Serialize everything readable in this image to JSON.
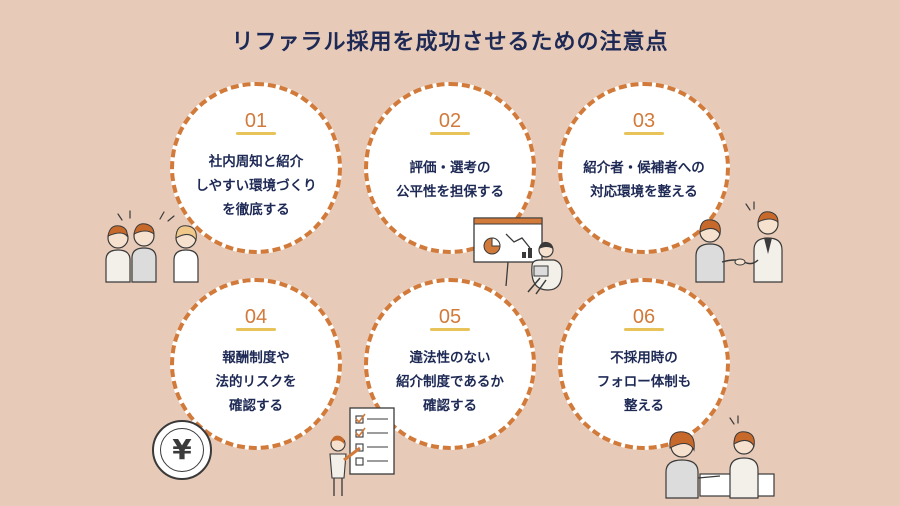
{
  "title": "リファラル採用を成功させるための注意点",
  "items": [
    {
      "num": "01",
      "lines": [
        "社内周知と紹介",
        "しやすい環境づくり",
        "を徹底する"
      ]
    },
    {
      "num": "02",
      "lines": [
        "評価・選考の",
        "公平性を担保する"
      ]
    },
    {
      "num": "03",
      "lines": [
        "紹介者・候補者への",
        "対応環境を整える"
      ]
    },
    {
      "num": "04",
      "lines": [
        "報酬制度や",
        "法的リスクを",
        "確認する"
      ]
    },
    {
      "num": "05",
      "lines": [
        "違法性のない",
        "紹介制度であるか",
        "確認する"
      ]
    },
    {
      "num": "06",
      "lines": [
        "不採用時の",
        "フォロー体制も",
        "整える"
      ]
    }
  ],
  "yen_symbol": "¥",
  "colors": {
    "background": "#e7cbb8",
    "accent": "#d27a3a",
    "text": "#1e2a55",
    "underline": "#e7c35a"
  }
}
